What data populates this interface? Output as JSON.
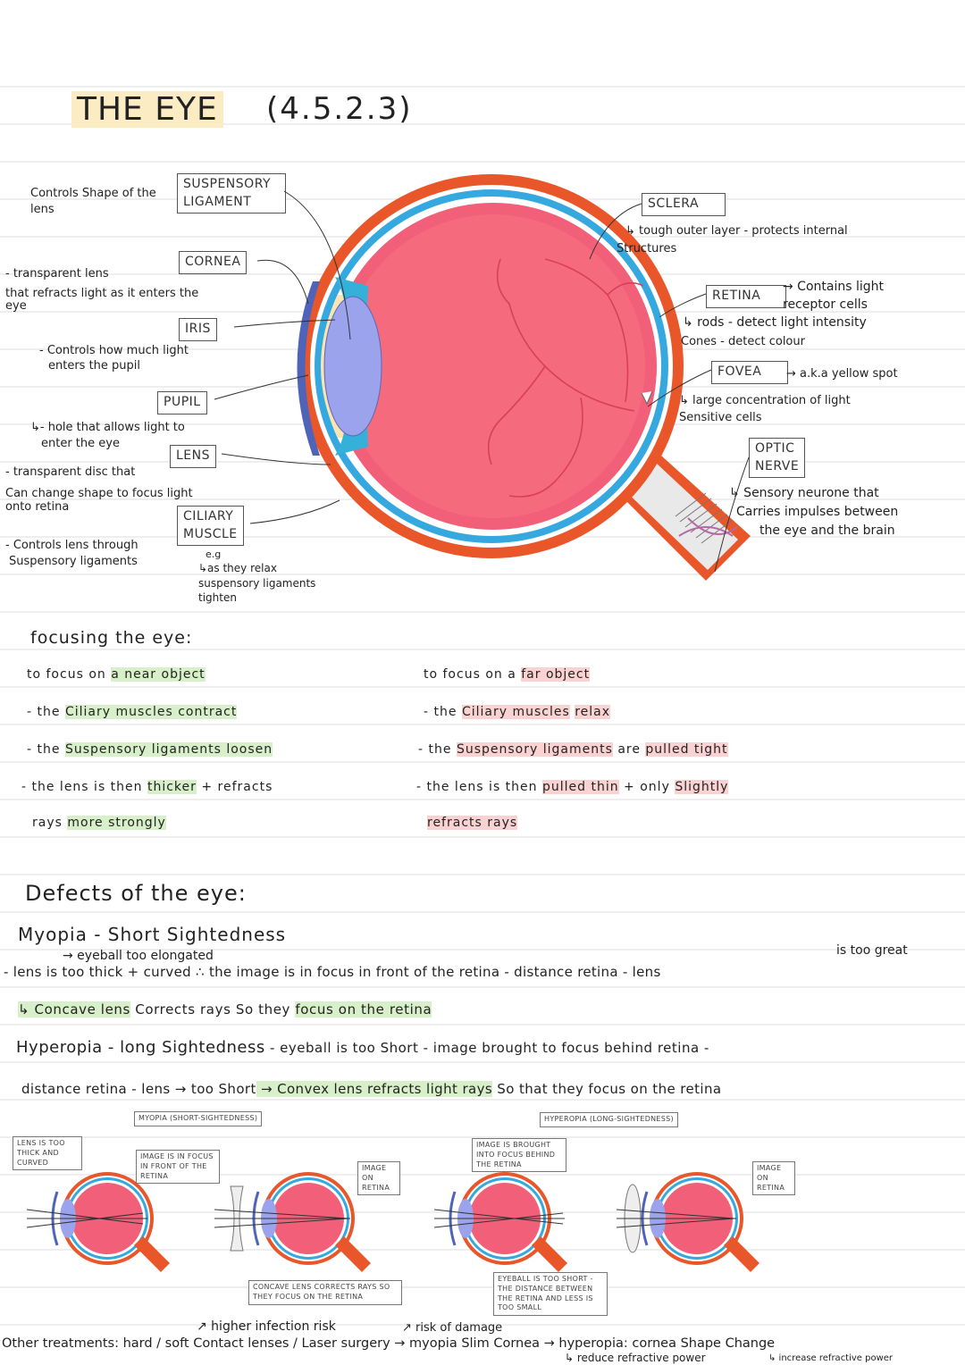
{
  "title": {
    "main": "THE EYE",
    "code": "(4.5.2.3)"
  },
  "labels": {
    "suspensory": {
      "box": "SUSPENSORY LIGAMENT",
      "note": "Controls Shape of the lens"
    },
    "cornea": {
      "box": "CORNEA",
      "note1": "- transparent lens",
      "note2": "that refracts light as it enters the",
      "note3": "eye"
    },
    "iris": {
      "box": "IRIS",
      "note1": "- Controls how much light",
      "note2": "enters the pupil"
    },
    "pupil": {
      "box": "PUPIL",
      "note1": "↳- hole that allows light to",
      "note2": "enter the eye"
    },
    "lens": {
      "box": "LENS",
      "note1": "- transparent disc that",
      "note2": "Can change shape to focus light",
      "note3": "onto retina"
    },
    "ciliary": {
      "box1": "CILIARY",
      "box2": "MUSCLE",
      "note1": "- Controls lens through",
      "note2": "Suspensory ligaments",
      "note3": "e.g",
      "note4": "↳as they relax",
      "note5": "suspensory ligaments",
      "note6": "tighten"
    },
    "sclera": {
      "box": "SCLERA",
      "note1": "↳ tough outer layer - protects internal",
      "note2": "Structures"
    },
    "retina": {
      "box": "RETINA",
      "note1": "→ Contains light",
      "note2": "receptor cells",
      "note3": "↳ rods - detect light intensity",
      "note4": "Cones - detect colour"
    },
    "fovea": {
      "box": "FOVEA",
      "note1": "→ a.k.a yellow spot",
      "note2": "↳ large concentration of light",
      "note3": "Sensitive cells"
    },
    "optic": {
      "box1": "OPTIC",
      "box2": "NERVE",
      "note1": "↳ Sensory neurone that",
      "note2": "Carries impulses between",
      "note3": "the eye and the brain"
    }
  },
  "focusing": {
    "heading": "focusing the eye:",
    "near": {
      "intro_a": "to focus on ",
      "intro_b": "a near object",
      "l1_a": "- the ",
      "l1_b": "Ciliary muscles contract",
      "l2_a": "- the ",
      "l2_b": "Suspensory ligaments loosen",
      "l3_a": "- the lens is then ",
      "l3_b": "thicker",
      "l3_c": " + refracts",
      "l4_a": "rays ",
      "l4_b": "more strongly"
    },
    "far": {
      "intro_a": "to focus on a ",
      "intro_b": "far object",
      "l1_a": "- the ",
      "l1_b": "Ciliary muscles",
      "l1_c": " ",
      "l1_d": "relax",
      "l2_a": "- the ",
      "l2_b": "Suspensory ligaments",
      "l2_c": " are ",
      "l2_d": "pulled tight",
      "l3_a": "- the lens is then ",
      "l3_b": "pulled thin",
      "l3_c": " + only ",
      "l3_d": "Slightly",
      "l4": "refracts rays"
    }
  },
  "defects": {
    "heading": "Defects of the eye:",
    "myopia_title": "Myopia - Short Sightedness",
    "myopia_sub": "→ eyeball too elongated",
    "myopia_line_a": "- lens is too thick + curved ∴ the image is in focus in front of the retina - distance retina - lens",
    "myopia_great": "is too great",
    "concave_a": "↳ Concave lens",
    "concave_b": " Corrects rays So they ",
    "concave_c": "focus on the retina",
    "hyper_title_a": "Hyperopia - long Sightedness",
    "hyper_title_b": " - eyeball is too Short - image brought to focus behind retina -",
    "hyper_line_a": "distance retina - lens → too Short",
    "hyper_line_b": " → Convex lens refracts light rays",
    "hyper_line_c": " So that they focus on the retina"
  },
  "diagrams": {
    "myopia_label": "MYOPIA (SHORT-SIGHTEDNESS)",
    "hyper_label": "HYPEROPIA (LONG-SIGHTEDNESS)",
    "m1": "LENS IS TOO THICK AND CURVED",
    "m2": "IMAGE IS IN FOCUS IN FRONT OF THE RETINA",
    "m3": "IMAGE ON RETINA",
    "m4": "CONCAVE LENS CORRECTS RAYS SO THEY FOCUS ON THE RETINA",
    "h1": "IMAGE IS BROUGHT INTO FOCUS BEHIND THE RETINA",
    "h2": "IMAGE ON RETINA",
    "h3": "EYEBALL IS TOO SHORT - THE DISTANCE BETWEEN THE RETINA AND LESS IS TOO SMALL"
  },
  "treatments": {
    "top_a": "↗ higher infection risk",
    "top_b": "↗ risk of damage",
    "line_a": "Other treatments: hard / soft Contact lenses / Laser surgery → myopia Slim Cornea → hyperopia: cornea Shape Change",
    "sub_a": "↳ reduce refractive power",
    "sub_b": "↳ increase refractive power"
  },
  "colors": {
    "sclera": "#e8562a",
    "choroid": "#36a8e0",
    "retina_fill": "#f25f78",
    "lens": "#9aa3ec",
    "iris": "#35b0d8",
    "aqueous": "#fae4b0",
    "highlight_green": "#d8f0c9",
    "highlight_red": "#fbd2d2",
    "highlight_yellow": "#fbecc4"
  }
}
